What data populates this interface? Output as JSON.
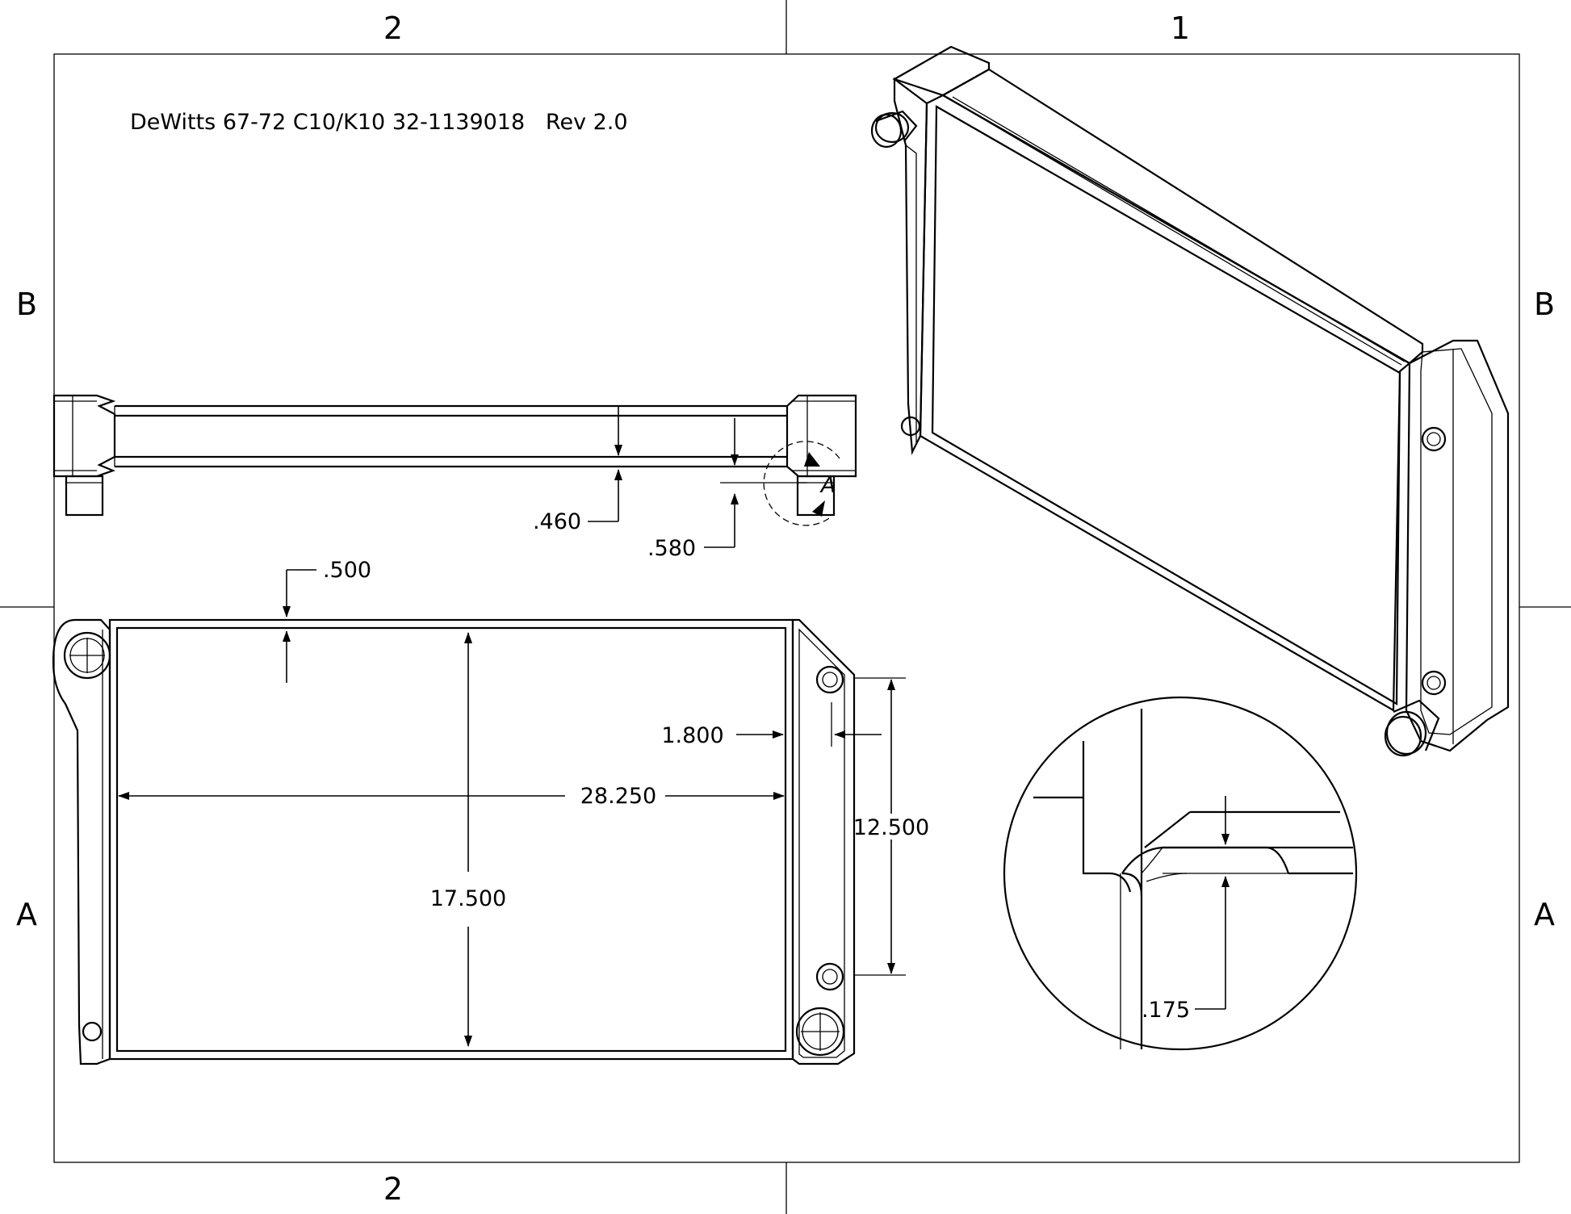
{
  "title": "DeWitts 67-72 C10/K10 32-1139018   Rev 2.0",
  "zones": {
    "top_left": "2",
    "top_right": "1",
    "bottom_left": "2",
    "left_upper": "B",
    "left_lower": "A",
    "right_upper": "B",
    "right_lower": "A"
  },
  "detail_label": "A",
  "dimensions": {
    "d460": ".460",
    "d580": ".580",
    "d500": ".500",
    "d1800": "1.800",
    "d28250": "28.250",
    "d12500": "12.500",
    "d17500": "17.500",
    "d175": ".175"
  }
}
